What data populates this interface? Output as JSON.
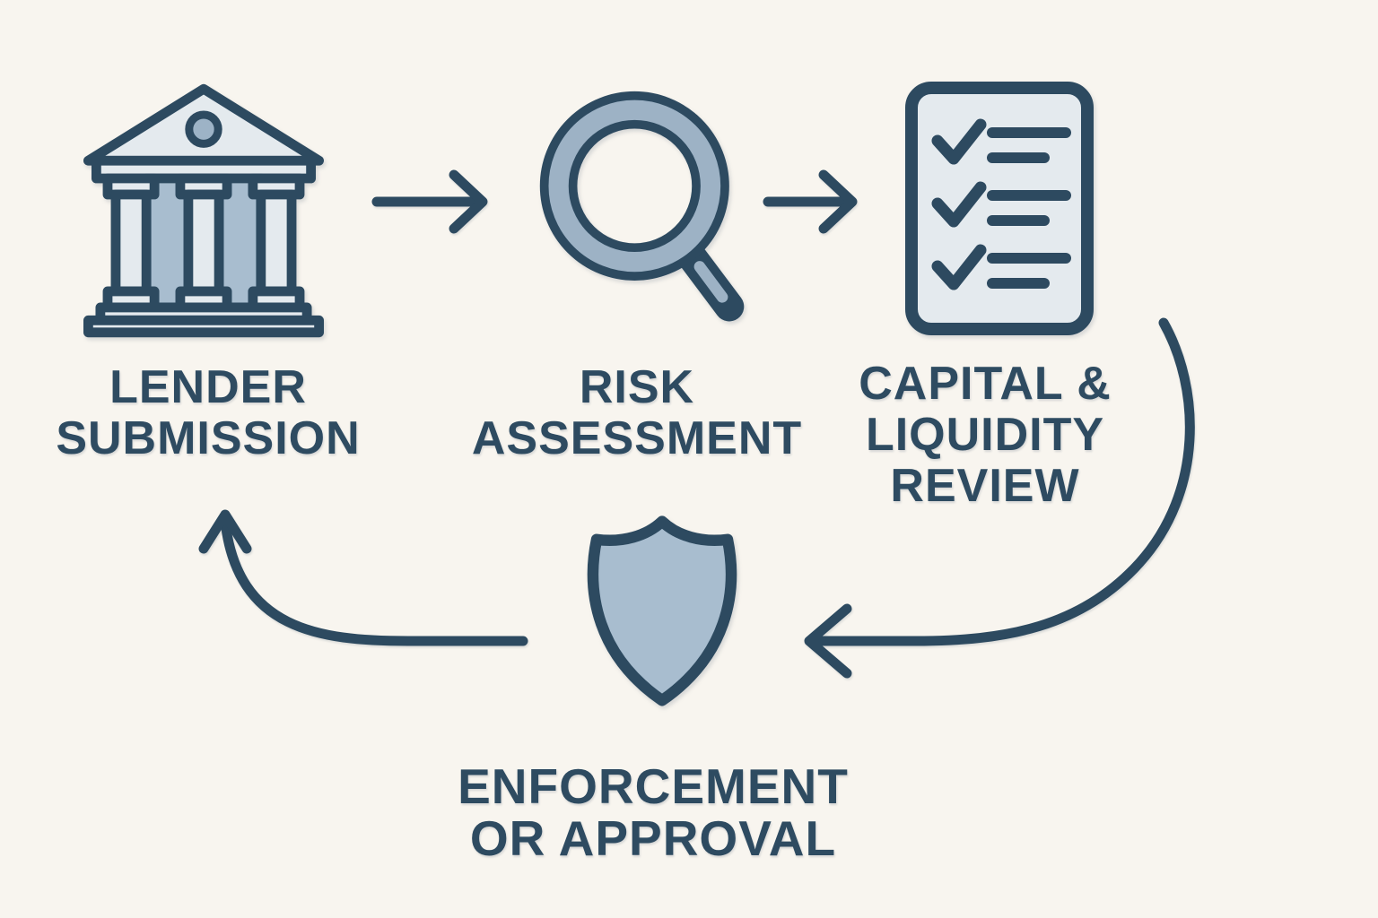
{
  "diagram": {
    "title": "",
    "type": "cyclic-process-flowchart",
    "background_color": "#f8f5ef",
    "ink_color": "#2d4a60",
    "fill_light": "#e4eaee",
    "fill_medium": "#a8bdcf",
    "fill_band": "#9db2c5",
    "stages": [
      {
        "id": "lender-submission",
        "icon": "bank-icon",
        "label_lines": [
          "LENDER",
          "SUBMISSION"
        ]
      },
      {
        "id": "risk-assessment",
        "icon": "magnifier-icon",
        "label_lines": [
          "RISK",
          "ASSESSMENT"
        ]
      },
      {
        "id": "capital-liquidity-review",
        "icon": "checklist-icon",
        "label_lines": [
          "CAPITAL &",
          "LIQUIDITY",
          "REVIEW"
        ]
      },
      {
        "id": "enforcement-or-approval",
        "icon": "shield-icon",
        "label_lines": [
          "ENFORCEMENT",
          "OR APPROVAL"
        ]
      }
    ],
    "connections": [
      {
        "from": "lender-submission",
        "to": "risk-assessment",
        "style": "straight-right"
      },
      {
        "from": "risk-assessment",
        "to": "capital-liquidity-review",
        "style": "straight-right"
      },
      {
        "from": "capital-liquidity-review",
        "to": "enforcement-or-approval",
        "style": "curved-down-left"
      },
      {
        "from": "enforcement-or-approval",
        "to": "lender-submission",
        "style": "curved-left-up"
      }
    ]
  }
}
